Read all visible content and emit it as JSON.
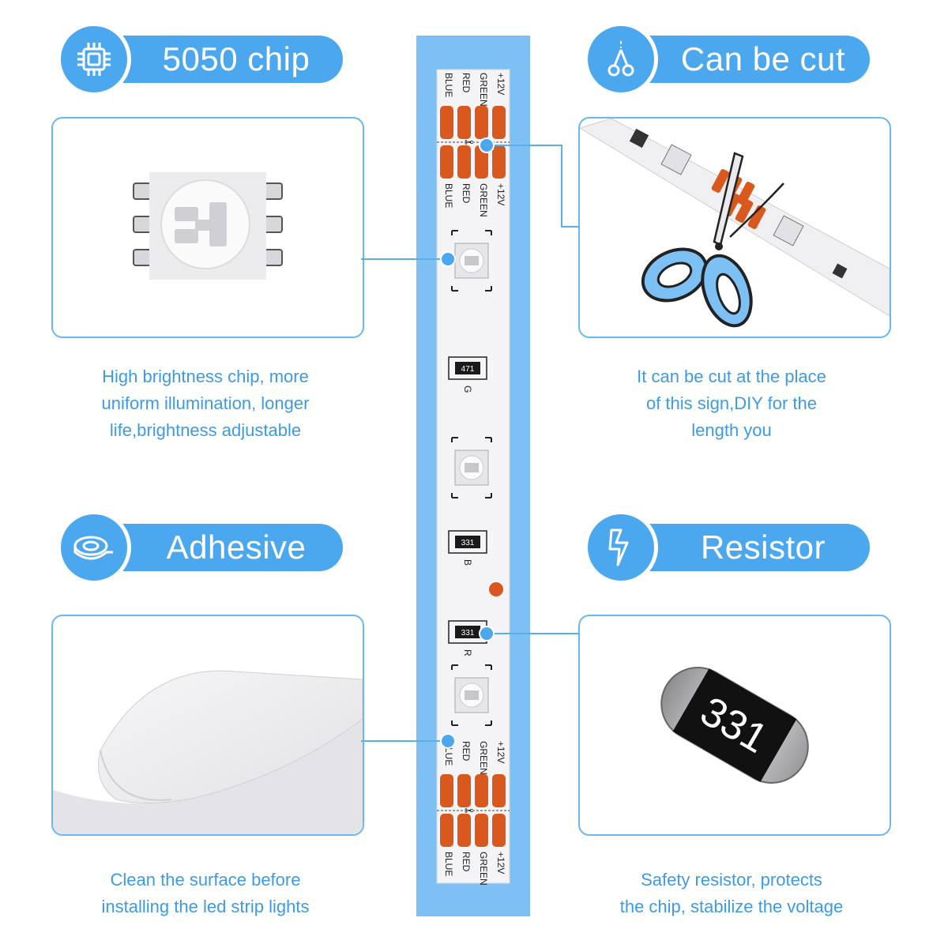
{
  "features": {
    "chip": {
      "title": "5050 chip",
      "desc": [
        "High brightness chip, more",
        "uniform illumination, longer",
        "life,brightness adjustable"
      ]
    },
    "cut": {
      "title": "Can be cut",
      "desc": [
        "It can be cut at the place",
        "of this sign,DIY for the",
        "length you"
      ]
    },
    "adhesive": {
      "title": "Adhesive",
      "desc": [
        "Clean the surface before",
        "installing the led strip lights"
      ]
    },
    "resistor": {
      "title": "Resistor",
      "desc": [
        "Safety resistor, protects",
        "the chip, stabilize the voltage"
      ],
      "code": "331"
    }
  },
  "strip": {
    "pad_labels": [
      "+12V",
      "GREEN",
      "RED",
      "BLUE"
    ],
    "resistor_codes": [
      "471",
      "331",
      "331"
    ],
    "resistor_letters": [
      "G",
      "B",
      "R"
    ]
  },
  "colors": {
    "accent": "#4ba8ee",
    "pad": "#d8581e",
    "panel_border": "#6ab8f0",
    "desc_text": "#3d9be6"
  },
  "icons": {
    "chip": "chip-icon",
    "cut": "scissors-icon",
    "adhesive": "tape-roll-icon",
    "resistor": "lightning-icon"
  }
}
